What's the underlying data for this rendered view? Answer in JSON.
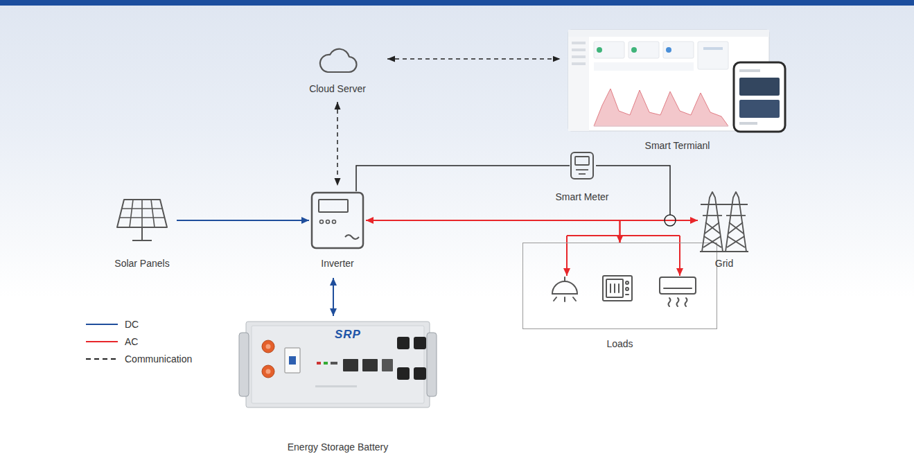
{
  "diagram": {
    "nodes": [
      {
        "text": [
          "Cloud Server"
        ]
      },
      {
        "text": [
          "Smart Termianl"
        ]
      },
      {
        "text": [
          "Smart Meter"
        ]
      },
      {
        "text": [
          "Solar Panels"
        ]
      },
      {
        "text": [
          "Inverter"
        ]
      },
      {
        "text": [
          "Loads"
        ]
      },
      {
        "text": [
          "Grid"
        ]
      },
      {
        "text": [
          "Energy Storage Battery"
        ]
      }
    ],
    "edges": [
      {
        "from": 0,
        "to": 1,
        "arrow": "both"
      },
      {
        "from": 0,
        "to": 4,
        "arrow": "both"
      },
      {
        "from": 4,
        "to": 2,
        "arrow": "none"
      },
      {
        "from": 3,
        "to": 4,
        "arrow": "to"
      },
      {
        "from": 4,
        "to": 7,
        "arrow": "both"
      },
      {
        "from": 4,
        "to": 6,
        "arrow": "both"
      },
      {
        "from": 4,
        "to": 5,
        "arrow": "to"
      },
      {
        "from": 6,
        "to": 5,
        "arrow": "to"
      }
    ],
    "labels": [
      "SRP"
    ],
    "legend": [
      {
        "text": "DC"
      },
      {
        "text": "AC"
      },
      {
        "text": "Communication"
      }
    ]
  }
}
